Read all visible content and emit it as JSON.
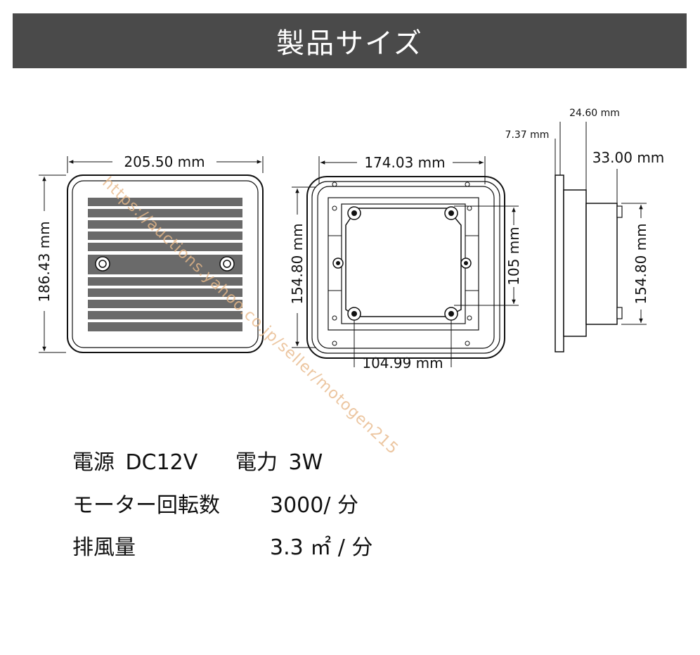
{
  "header": {
    "title": "製品サイズ"
  },
  "dimensions": {
    "front_width": "205.50 mm",
    "front_height": "186.43 mm",
    "back_width": "174.03 mm",
    "back_height": "154.80 mm",
    "back_inner_height": "105 mm",
    "back_inner_width": "104.99 mm",
    "side_top": "24.60 mm",
    "side_thin": "7.37 mm",
    "side_depth": "33.00 mm",
    "side_height": "154.80 mm"
  },
  "specs": {
    "power_source_label": "電源",
    "power_source_value": "DC12V",
    "wattage_label": "電力",
    "wattage_value": "3W",
    "rpm_label": "モーター回転数",
    "rpm_value": "3000/ 分",
    "airflow_label": "排風量",
    "airflow_value": "3.3 ㎡ / 分"
  },
  "watermark": "https://auctions.yahoo.co.jp/seller/motogen215"
}
